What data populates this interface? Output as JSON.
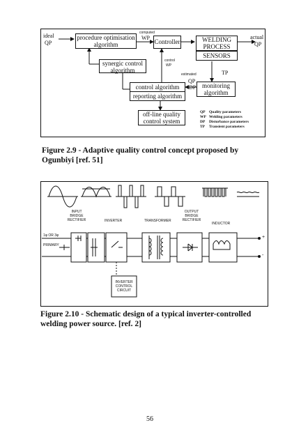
{
  "fig9": {
    "ideal": "ideal",
    "qp_in": "QP",
    "procedure": [
      "procedure optimisation",
      "algorithm"
    ],
    "computed": "computed",
    "wp_computed": "WP",
    "controller": "Controller",
    "welding_process": [
      "WELDING",
      "PROCESS"
    ],
    "sensors": "SENSORS",
    "actual": "actual",
    "qp_out": "QP",
    "synergic": [
      "synergic control",
      "algorithm"
    ],
    "control_wp": [
      "control",
      "WP"
    ],
    "estimated": "estimated",
    "tp": "TP",
    "qp_est": "QP",
    "dp": "DP",
    "control_algo": "control algorithm",
    "reporting_algo": "reporting algorithm",
    "monitoring": [
      "monitoring",
      "algorithm"
    ],
    "offline": [
      "off-line quality",
      "control system"
    ],
    "legend": [
      {
        "abbr": "QP",
        "text": "Quality parameters"
      },
      {
        "abbr": "WP",
        "text": "Welding parameters"
      },
      {
        "abbr": "DP",
        "text": "Disturbance parameters"
      },
      {
        "abbr": "TP",
        "text": "Transient parameters"
      }
    ],
    "caption": "Figure 2.9 - Adaptive quality control concept proposed by Ogunbiyi [ref. 51]"
  },
  "fig10": {
    "input_bridge": [
      "INPUT",
      "BRIDGE",
      "RECTIFIER"
    ],
    "inverter": "INVERTER",
    "transformer": "TRANSFORMER",
    "output_bridge": [
      "OUTPUT",
      "BRIDGE",
      "RECTIFIER"
    ],
    "inductor": "INDUCTOR",
    "phase": "1φ OR 3φ",
    "primary": "PRIMARY",
    "plus": "+",
    "minus": "-",
    "inv_ctrl": [
      "INVERTER",
      "CONTROL",
      "CIRCUIT"
    ],
    "caption": "Figure 2.10 - Schematic design of a typical inverter-controlled welding power source. [ref. 2]"
  },
  "page_number": "56"
}
